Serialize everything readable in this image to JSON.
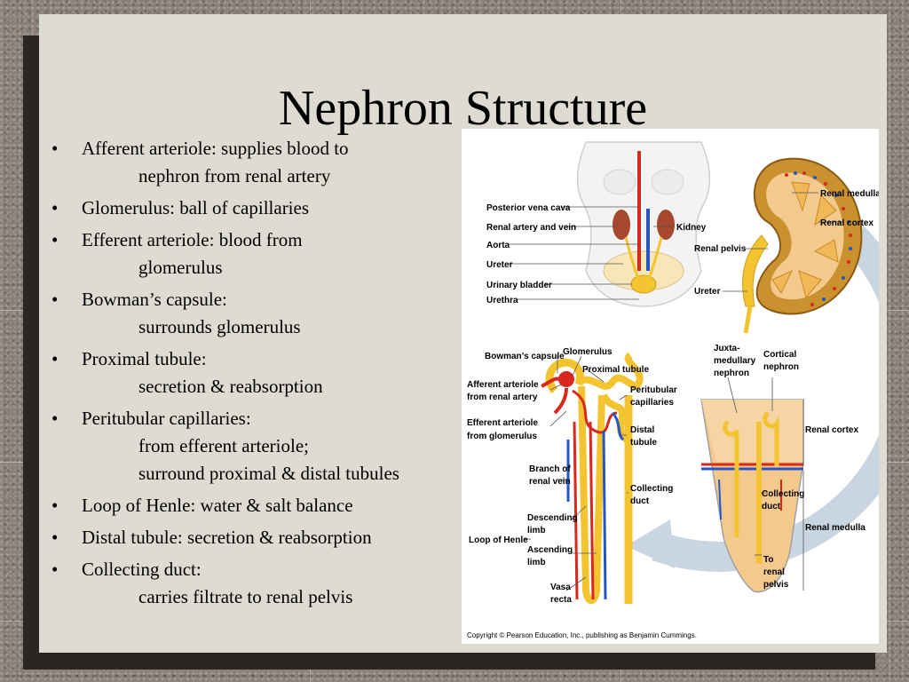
{
  "slide": {
    "title": "Nephron Structure",
    "bullet_char": "•",
    "bullets": [
      {
        "text": "Afferent arteriole: supplies blood to",
        "sub": [
          "nephron from renal artery"
        ]
      },
      {
        "text": "Glomerulus: ball of capillaries",
        "sub": []
      },
      {
        "text": "Efferent arteriole: blood from",
        "sub": [
          "glomerulus"
        ]
      },
      {
        "text": "Bowman’s capsule:",
        "sub": [
          "surrounds glomerulus"
        ]
      },
      {
        "text": "Proximal tubule:",
        "sub": [
          "secretion & reabsorption"
        ]
      },
      {
        "text": "Peritubular capillaries:",
        "sub": [
          "from efferent arteriole;",
          "surround proximal & distal tubules"
        ]
      },
      {
        "text": "Loop of Henle: water & salt balance",
        "sub": []
      },
      {
        "text": "Distal tubule: secretion & reabsorption",
        "sub": []
      },
      {
        "text": "Collecting duct:",
        "sub": [
          "carries filtrate to renal pelvis"
        ]
      }
    ]
  },
  "figure": {
    "labels": {
      "posterior_vena_cava": "Posterior vena cava",
      "renal_artery_vein": "Renal artery and vein",
      "aorta": "Aorta",
      "ureter_body": "Ureter",
      "urinary_bladder": "Urinary bladder",
      "urethra": "Urethra",
      "kidney": "Kidney",
      "renal_medulla_top": "Renal medulla",
      "renal_cortex_top": "Renal cortex",
      "renal_pelvis": "Renal pelvis",
      "ureter_kidney": "Ureter",
      "bowmans_capsule": "Bowman’s capsule",
      "glomerulus": "Glomerulus",
      "proximal_tubule": "Proximal tubule",
      "afferent_1": "Afferent arteriole",
      "afferent_2": "from renal artery",
      "efferent_1": "Efferent arteriole",
      "efferent_2": "from glomerulus",
      "peritubular_1": "Peritubular",
      "peritubular_2": "capillaries",
      "distal_1": "Distal",
      "distal_2": "tubule",
      "branch_1": "Branch of",
      "branch_2": "renal vein",
      "collecting_1": "Collecting",
      "collecting_2": "duct",
      "descending_1": "Descending",
      "descending_2": "limb",
      "loop_of_henle": "Loop of Henle",
      "ascending_1": "Ascending",
      "ascending_2": "limb",
      "vasa_1": "Vasa",
      "vasa_2": "recta",
      "juxta_1": "Juxta-",
      "juxta_2": "medullary",
      "juxta_3": "nephron",
      "cortical_1": "Cortical",
      "cortical_2": "nephron",
      "renal_cortex_bottom": "Renal cortex",
      "collecting_b1": "Collecting",
      "collecting_b2": "duct",
      "renal_medulla_bottom": "Renal medulla",
      "to_1": "To",
      "to_2": "renal",
      "to_3": "pelvis"
    },
    "copyright": "Copyright © Pearson Education, Inc., publishing as Benjamin Cummings.",
    "colors": {
      "artery": "#d8281e",
      "vein": "#2456c8",
      "tubule": "#f4c430",
      "kidney_cortex": "#c9922e",
      "kidney_tissue": "#f4c98e",
      "arrow": "#c9d5e0"
    }
  }
}
